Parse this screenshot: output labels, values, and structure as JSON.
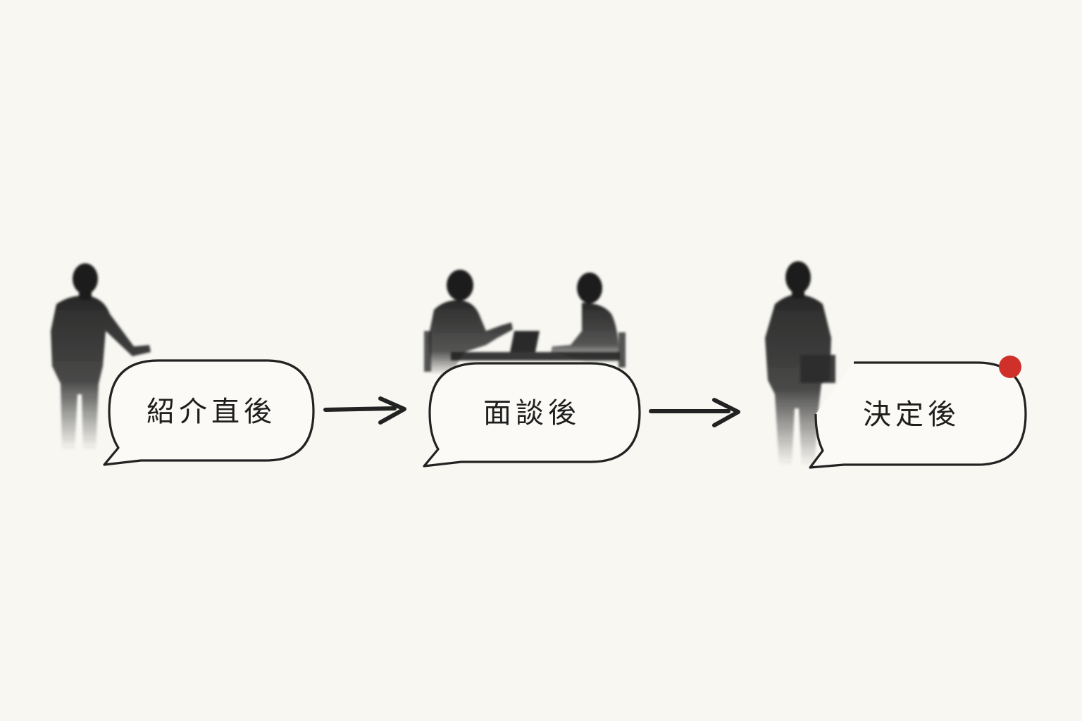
{
  "stages": [
    {
      "label": "紹介直後",
      "scene": "person-presenting"
    },
    {
      "label": "面談後",
      "scene": "two-people-meeting"
    },
    {
      "label": "決定後",
      "scene": "person-with-folder",
      "marker": "red-dot"
    }
  ],
  "arrows": 2,
  "colors": {
    "background": "#f8f7f2",
    "ink": "#1e1e1e",
    "accent": "#d0302a"
  }
}
